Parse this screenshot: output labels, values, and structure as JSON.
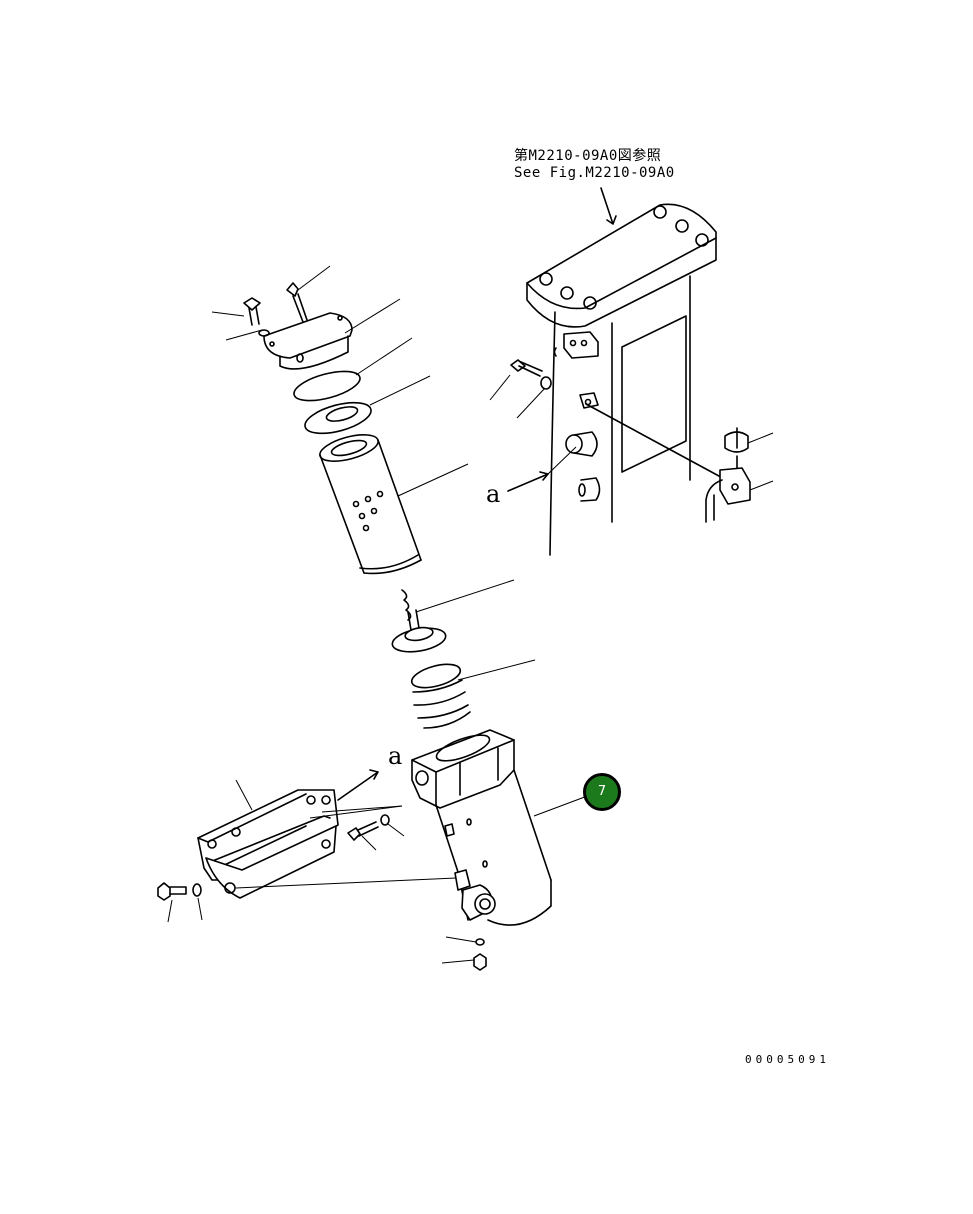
{
  "reference_note": {
    "line1": "第M2210-09A0図参照",
    "line2": "See Fig.M2210-09A0"
  },
  "view_labels": [
    "a",
    "a"
  ],
  "callout": {
    "number": "7",
    "color": "#1c7a1c"
  },
  "figure_number": "00005091"
}
